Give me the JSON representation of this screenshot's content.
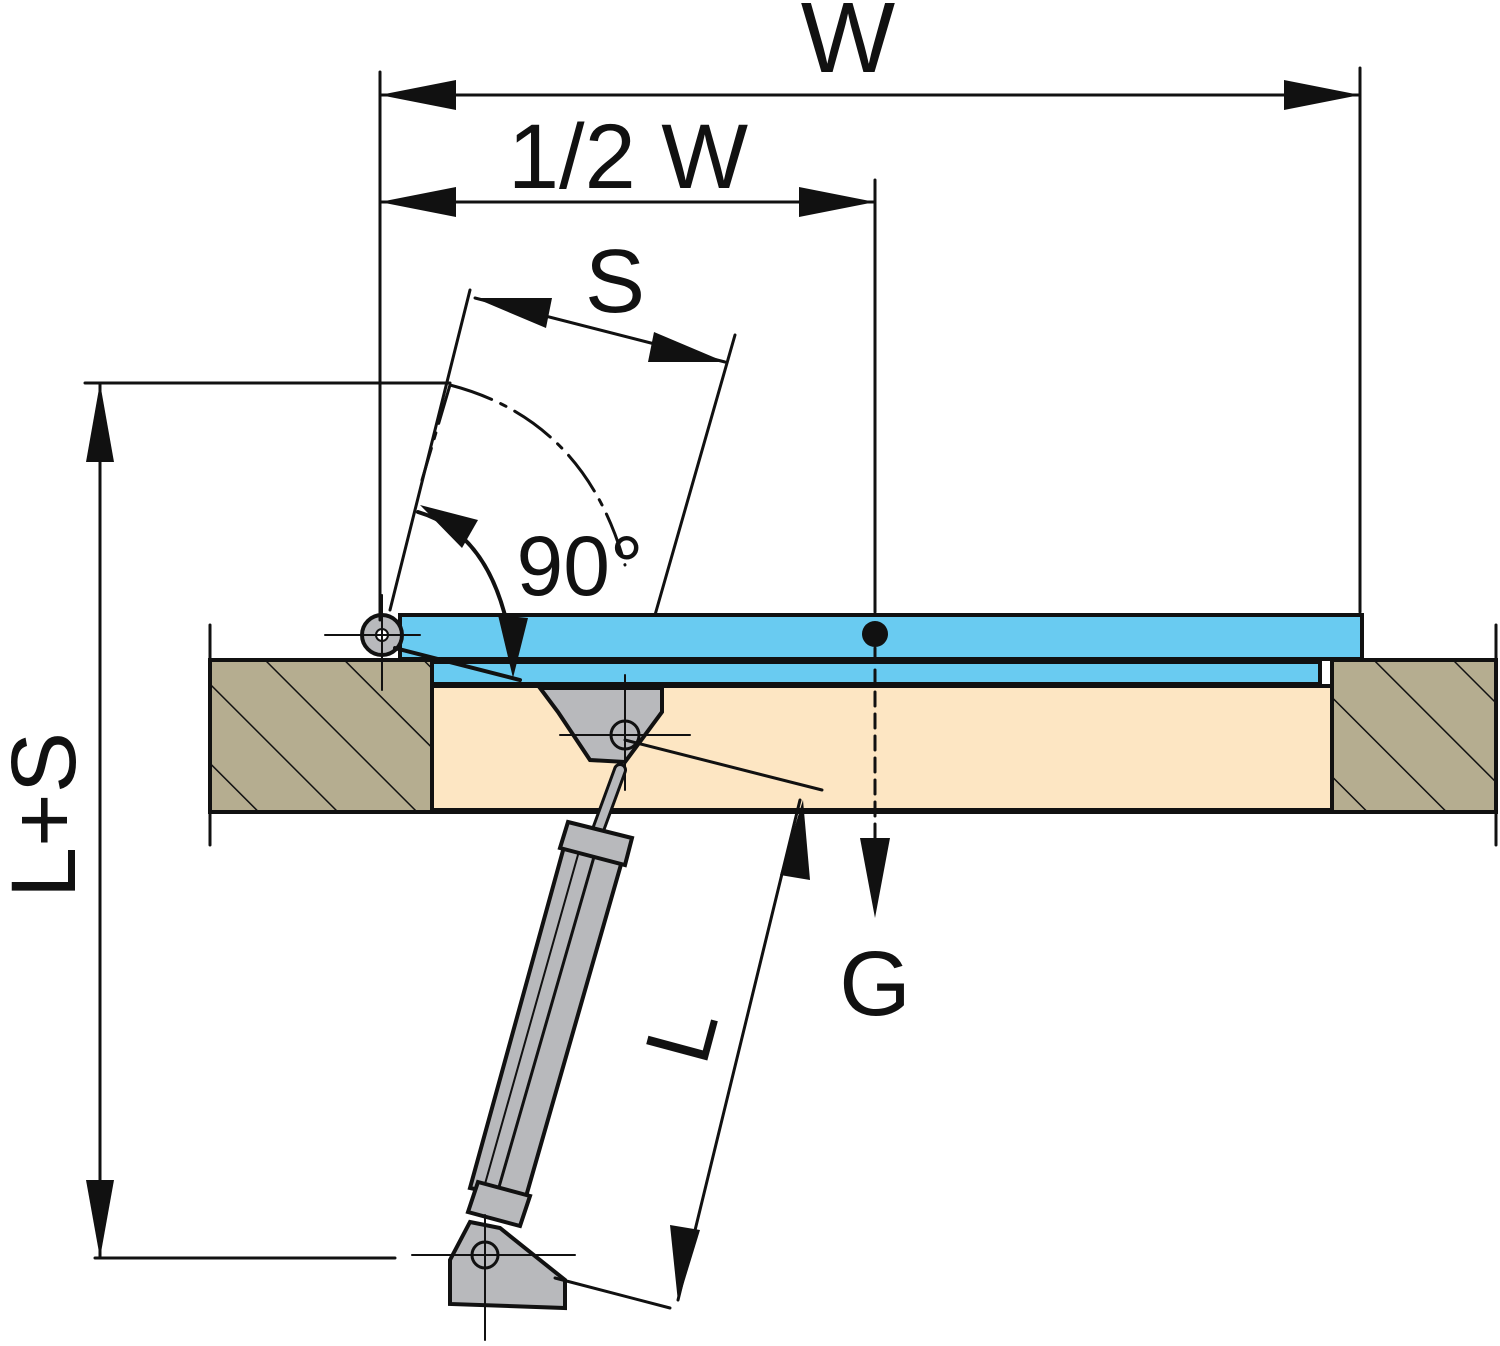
{
  "labels": {
    "width": "W",
    "half_width": "1/2 W",
    "stroke": "S",
    "angle": "90°",
    "total_height": "L+S",
    "gravity": "G",
    "length": "L"
  },
  "colors": {
    "lid": "#69cbf1",
    "cavity": "#fde6c3",
    "wall": "#b5ad90",
    "strut": "#b8b9bc",
    "ink": "#111111"
  }
}
